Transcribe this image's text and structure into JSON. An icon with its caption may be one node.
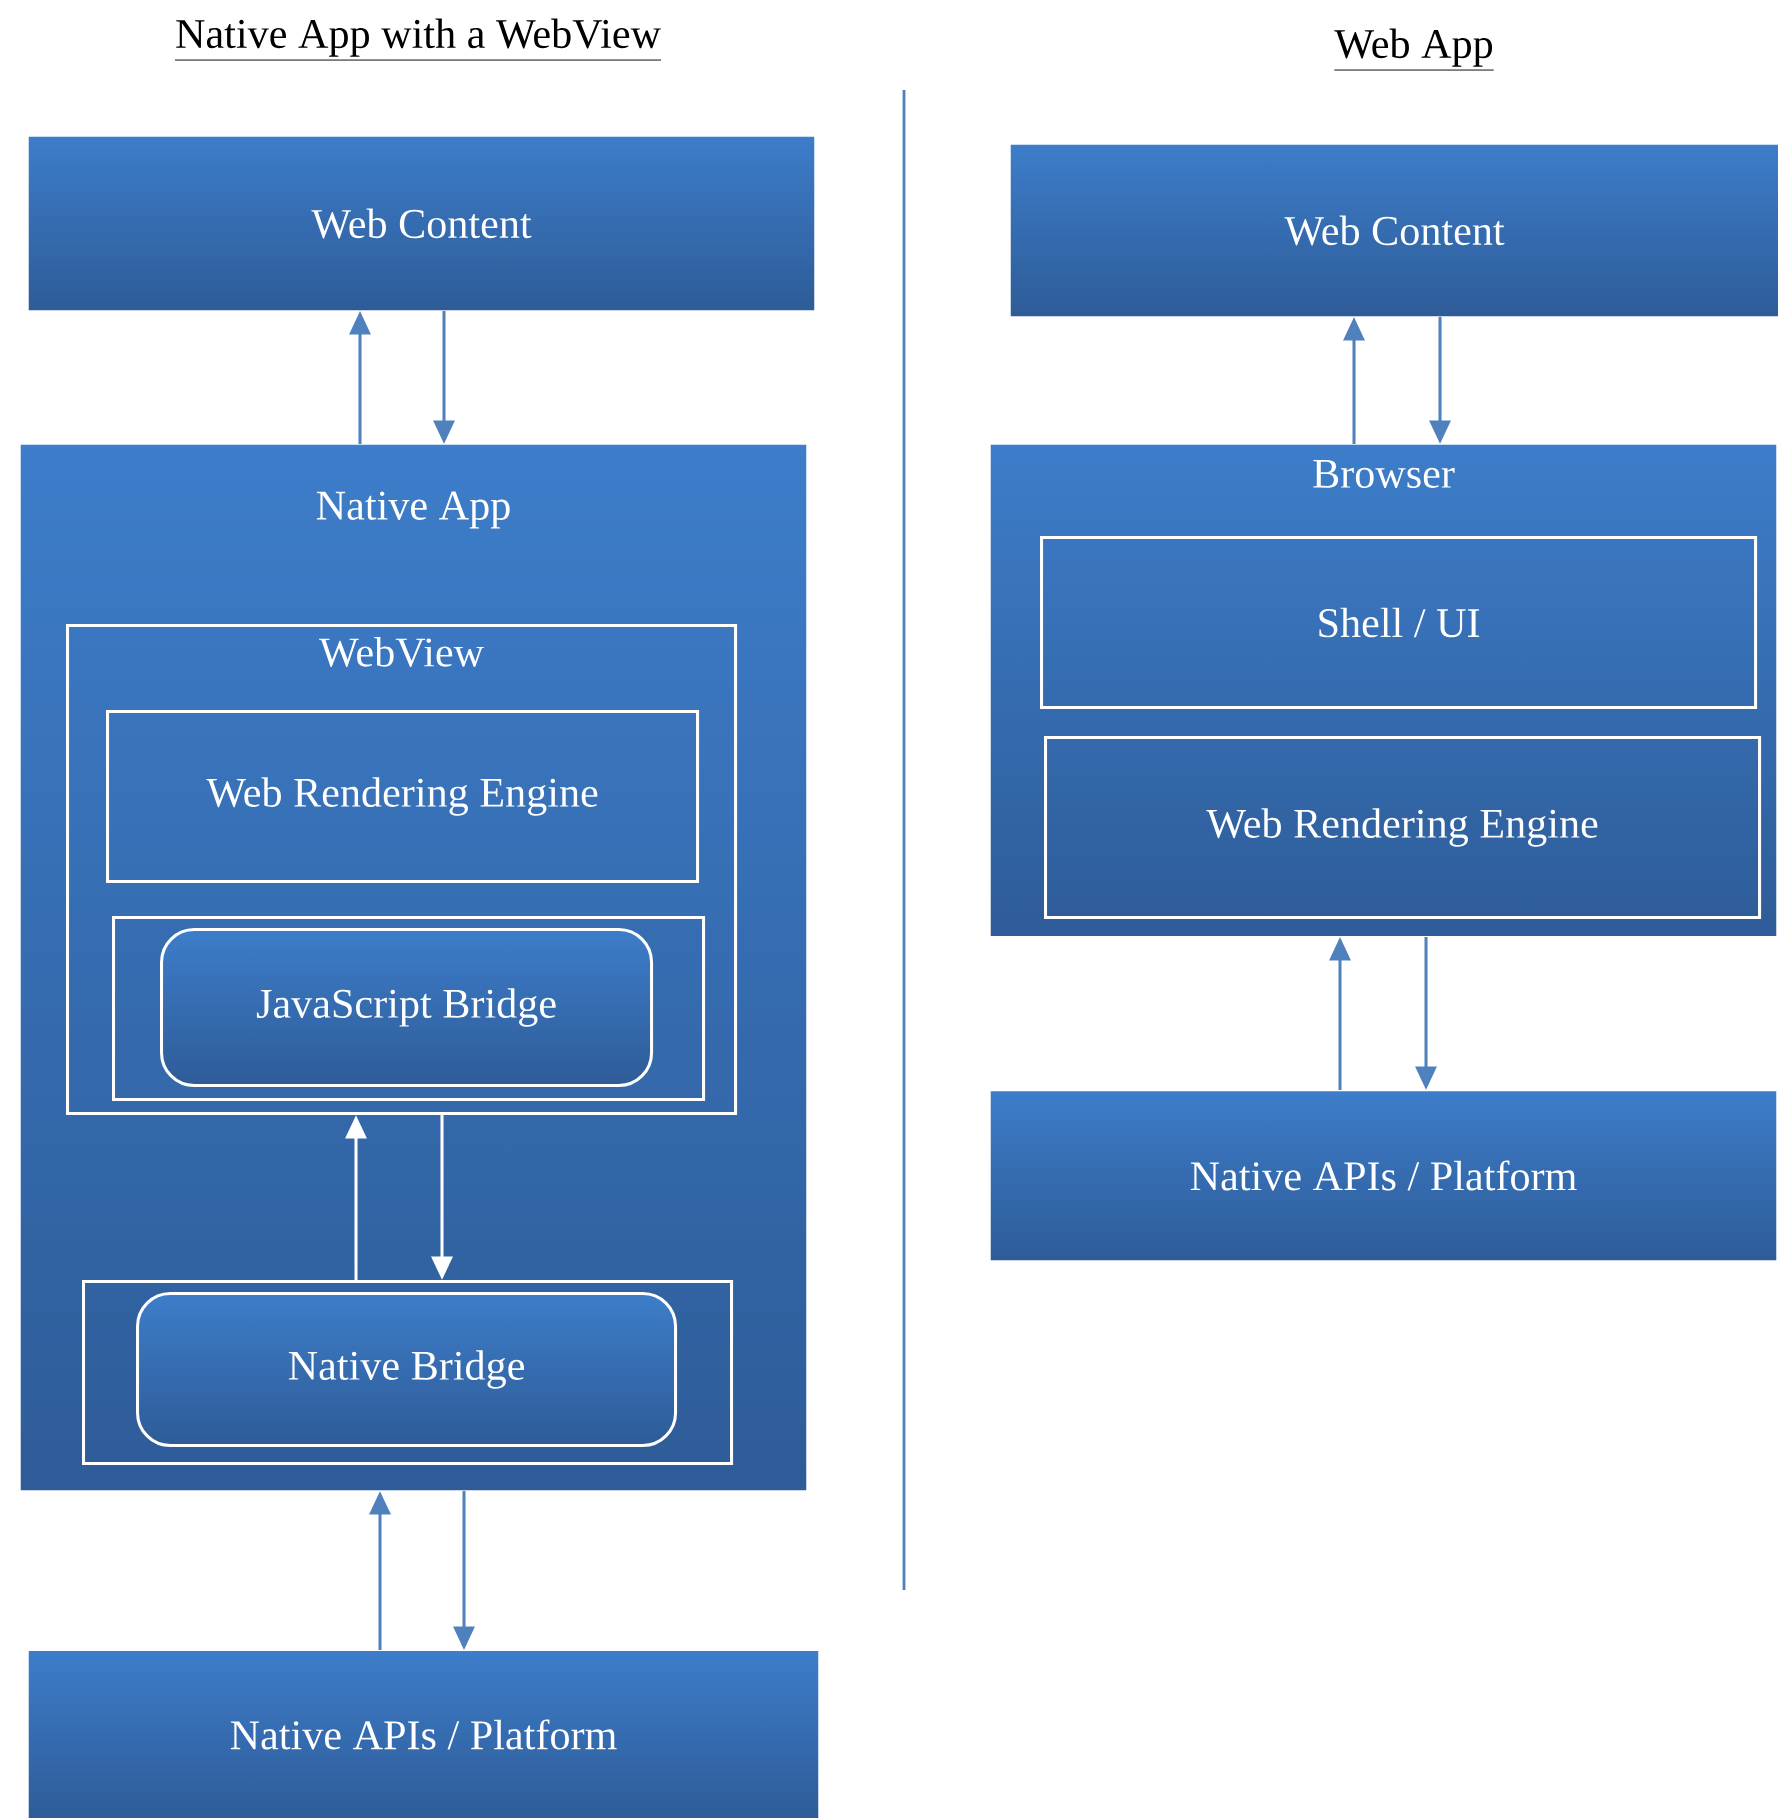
{
  "diagram": {
    "nodes": [
      {
        "text": [
          "Web Content"
        ]
      },
      {
        "text": [
          "Native App"
        ]
      },
      {
        "text": [
          "WebView"
        ],
        "in": 1
      },
      {
        "text": [
          "Web Rendering Engine"
        ],
        "in": 2
      },
      {
        "text": [],
        "shape": "box",
        "in": 2
      },
      {
        "text": [
          "JavaScript Bridge"
        ],
        "in": 4
      },
      {
        "text": [],
        "shape": "box",
        "in": 1
      },
      {
        "text": [
          "Native Bridge"
        ],
        "in": 6
      },
      {
        "text": [
          "Native APIs / Platform"
        ]
      },
      {
        "text": [
          "Web Content"
        ]
      },
      {
        "text": [
          "Browser"
        ]
      },
      {
        "text": [
          "Shell / UI"
        ],
        "in": 10
      },
      {
        "text": [
          "Web Rendering Engine"
        ],
        "in": 10
      },
      {
        "text": [
          "Native APIs / Platform"
        ]
      }
    ],
    "edges": [
      {
        "from": 1,
        "to": 0,
        "arrow": "to"
      },
      {
        "from": 0,
        "to": 1,
        "arrow": "to"
      },
      {
        "from": 6,
        "to": 2,
        "arrow": "to",
        "color": "#ffffff"
      },
      {
        "from": 2,
        "to": 6,
        "arrow": "to",
        "color": "#ffffff"
      },
      {
        "from": 8,
        "to": 1,
        "arrow": "to"
      },
      {
        "from": 1,
        "to": 8,
        "arrow": "to"
      },
      {
        "from": 10,
        "to": 9,
        "arrow": "to"
      },
      {
        "from": 9,
        "to": 10,
        "arrow": "to"
      },
      {
        "from": 13,
        "to": 10,
        "arrow": "to"
      },
      {
        "from": 10,
        "to": 13,
        "arrow": "to"
      }
    ],
    "labels": [
      "Native App with a WebView",
      "Web App"
    ]
  }
}
